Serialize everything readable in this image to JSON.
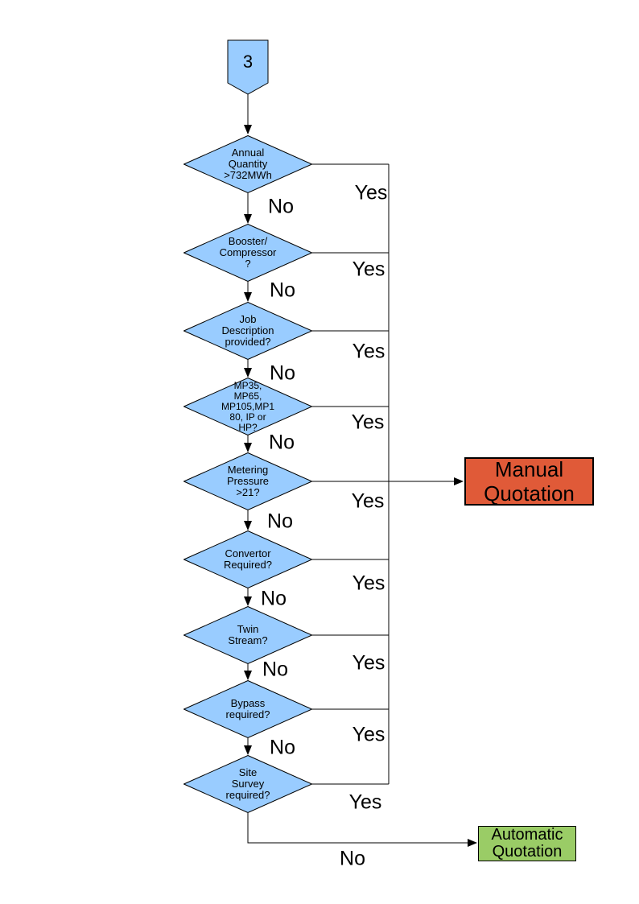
{
  "connector": {
    "label": "3"
  },
  "labels": {
    "yes": "Yes",
    "no": "No"
  },
  "decisions": [
    {
      "id": "annual-quantity",
      "label": "Annual\nQuantity\n>732MWh"
    },
    {
      "id": "booster-compressor",
      "label": "Booster/\nCompressor\n?"
    },
    {
      "id": "job-description",
      "label": "Job\nDescription\nprovided?"
    },
    {
      "id": "pressure-tier",
      "label": "MP35,\nMP65,\nMP105,MP1\n80, IP or\nHP?"
    },
    {
      "id": "metering-pressure",
      "label": "Metering\nPressure\n>21?"
    },
    {
      "id": "convertor",
      "label": "Convertor\nRequired?"
    },
    {
      "id": "twin-stream",
      "label": "Twin\nStream?"
    },
    {
      "id": "bypass",
      "label": "Bypass\nrequired?"
    },
    {
      "id": "site-survey",
      "label": "Site\nSurvey\nrequired?"
    }
  ],
  "outcomes": {
    "manual": {
      "label": "Manual\nQuotation"
    },
    "automatic": {
      "label": "Automatic\nQuotation"
    }
  },
  "colors": {
    "decision_fill": "#99ccff",
    "connector_fill": "#99ccff",
    "manual_fill": "#e05a38",
    "automatic_fill": "#9acc66",
    "line": "#000000"
  }
}
